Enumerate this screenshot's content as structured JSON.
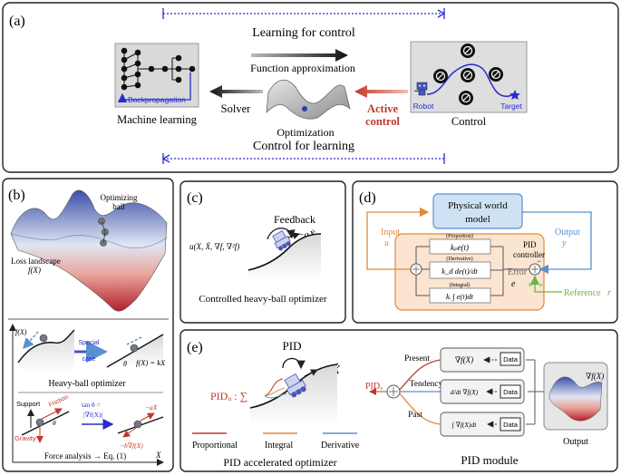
{
  "panel_a": {
    "label": "(a)",
    "learning_for_control": "Learning for control",
    "control_for_learning": "Control for learning",
    "function_approximation": "Function approximation",
    "solver": "Solver",
    "active_control": "Active\ncontrol",
    "machine_learning": "Machine learning",
    "backpropagation": "Backpropagation",
    "optimization": "Optimization",
    "control": "Control",
    "robot": "Robot",
    "target": "Target",
    "colors": {
      "active": "#c0392b",
      "dotted": "#2a2ad0",
      "robot": "#4a55b8"
    }
  },
  "panel_b": {
    "label": "(b)",
    "optimizing_ball": "Optimizing\nball",
    "loss_landscape": "Loss landscape",
    "f_of_x": "f(X)",
    "axis_y": "f(X)",
    "axis_x": "X",
    "special_case": "Special\ncase",
    "fx_eq": "f(X) = kX",
    "theta": "θ",
    "heavy_ball_optimizer": "Heavy-ball optimizer",
    "support": "Support",
    "friction": "Friction",
    "gravity": "Gravity",
    "tan_theta": "tan θ =",
    "grad_norm": "|∇f(X)|",
    "minus_a_xdot": "−aẊ",
    "minus_b_grad": "−b∇f(X)",
    "force_analysis": "Force analysis → Eq. (1)"
  },
  "panel_c": {
    "label": "(c)",
    "feedback": "Feedback",
    "u_expr": "u(X, Ẋ, ∇f, ∇²f)",
    "minus_a_xdot": "−aẊ",
    "caption": "Controlled heavy-ball optimizer"
  },
  "panel_d": {
    "label": "(d)",
    "physical_world": "Physical world\nmodel",
    "input": "Input",
    "input_var": "u",
    "output": "Output",
    "output_var": "y",
    "pid_controller": "PID\ncontroller",
    "proportion": "(Proportion)",
    "kp_term": "kₚe(t)",
    "derivative": "(Derivative)",
    "kd_term": "k_d de(t)/dt",
    "integral": "(Integral)",
    "ki_term": "kᵢ ∫ e(t)dt",
    "error": "Error",
    "error_var": "e",
    "reference": "Reference",
    "reference_var": "r",
    "plus": "+",
    "minus": "−"
  },
  "panel_e": {
    "label": "(e)",
    "pid": "PID",
    "minus_a_xdot": "−aẊ",
    "pid_u": "PIDᵤ : ∑",
    "pid_x": "PIDₓ",
    "legend": [
      {
        "name": "Proportional",
        "color": "#c0392b"
      },
      {
        "name": "Integral",
        "color": "#e08a3a"
      },
      {
        "name": "Derivative",
        "color": "#5b8fd0"
      }
    ],
    "pid_accelerated": "PID accelerated optimizer",
    "present": "Present",
    "tendency": "Tendency",
    "past": "Past",
    "grad_present": "∇f(X)",
    "grad_tendency": "d/dt ∇f(X)",
    "grad_past": "∫ ∇f(X)dt",
    "data": "Data",
    "pid_module": "PID module",
    "output": "Output",
    "output_grad": "∇f(X)"
  }
}
